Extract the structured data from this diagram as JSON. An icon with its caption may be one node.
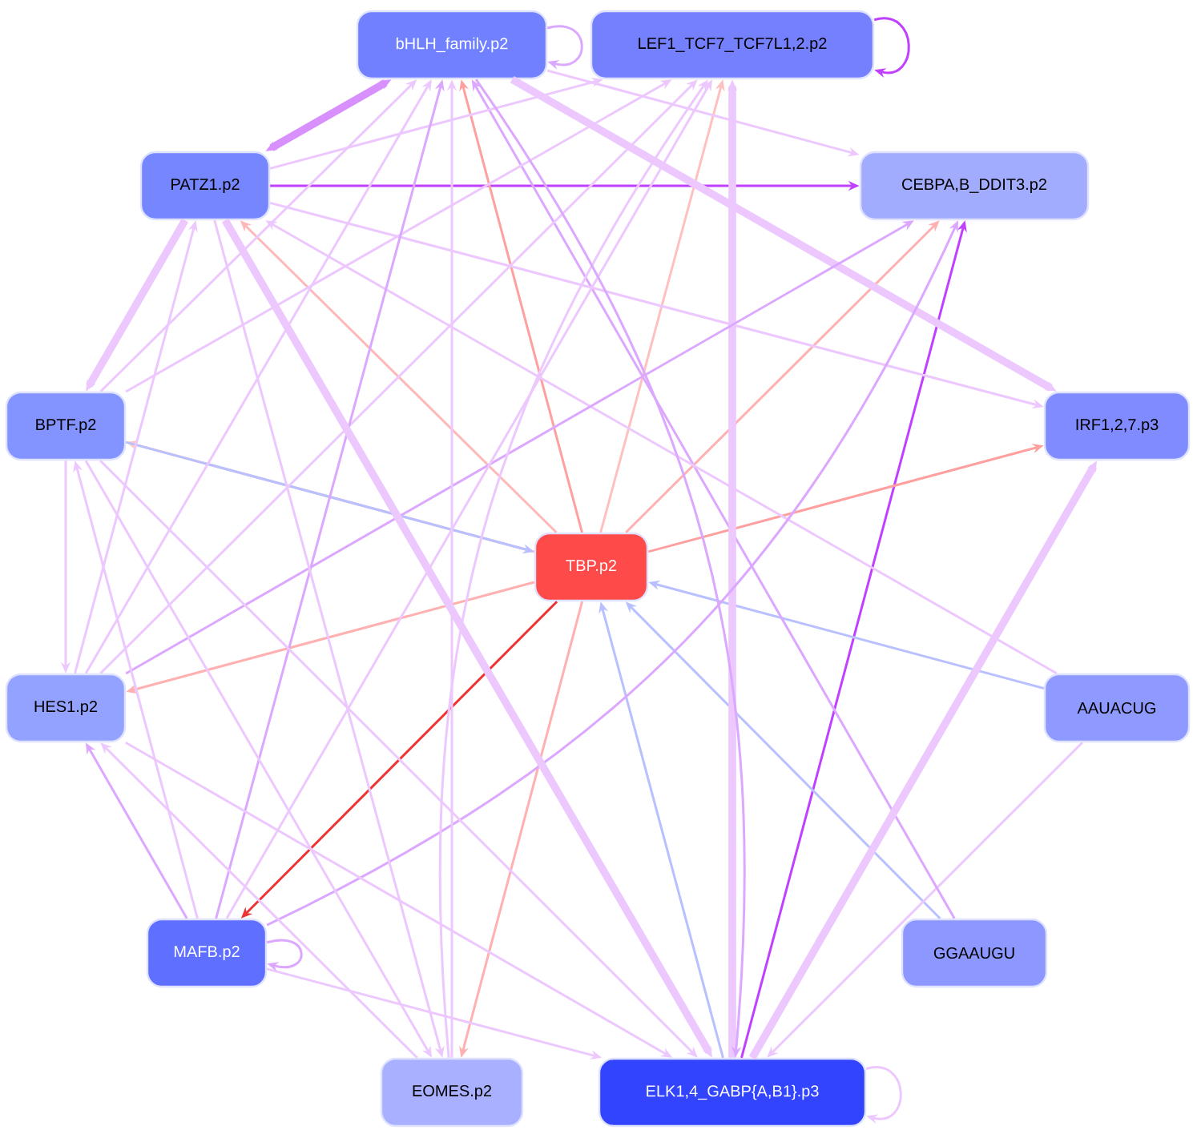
{
  "diagram": {
    "nodes": [
      {
        "text": [
          "bHLH_family.p2"
        ]
      },
      {
        "text": [
          "LEF1_TCF7_TCF7L1,2.p2"
        ]
      },
      {
        "text": [
          "PATZ1.p2"
        ]
      },
      {
        "text": [
          "CEBPA,B_DDIT3.p2"
        ]
      },
      {
        "text": [
          "BPTF.p2"
        ]
      },
      {
        "text": [
          "IRF1,2,7.p3"
        ]
      },
      {
        "text": [
          "TBP.p2"
        ]
      },
      {
        "text": [
          "HES1.p2"
        ]
      },
      {
        "text": [
          "AAUACUG"
        ]
      },
      {
        "text": [
          "MAFB.p2"
        ]
      },
      {
        "text": [
          "GGAAUGU"
        ]
      },
      {
        "text": [
          "EOMES.p2"
        ]
      },
      {
        "text": [
          "ELK1,4_GABP{A,B1}.p3"
        ]
      }
    ],
    "edges": [
      {
        "from": 0,
        "to": 2,
        "arrow": "both",
        "style": "thick",
        "color": "#d890ff"
      },
      {
        "from": 0,
        "to": 0,
        "arrow": "to",
        "color": "#dca8ff"
      },
      {
        "from": 1,
        "to": 1,
        "arrow": "to",
        "color": "#c040ff"
      },
      {
        "from": 2,
        "to": 3,
        "arrow": "to",
        "color": "#c040ff"
      },
      {
        "from": 12,
        "to": 3,
        "arrow": "to",
        "color": "#c040ff"
      },
      {
        "from": 6,
        "to": 9,
        "arrow": "to",
        "color": "#ee3333"
      },
      {
        "from": 6,
        "to": 0,
        "arrow": "to",
        "color": "#ffa0a0"
      },
      {
        "from": 6,
        "to": 1,
        "arrow": "to",
        "color": "#ffc0c0"
      },
      {
        "from": 6,
        "to": 3,
        "arrow": "to",
        "color": "#ffb0b0"
      },
      {
        "from": 6,
        "to": 5,
        "arrow": "to",
        "color": "#ffa0a0"
      },
      {
        "from": 6,
        "to": 7,
        "arrow": "to",
        "color": "#ffb0b0"
      },
      {
        "from": 6,
        "to": 11,
        "arrow": "to",
        "color": "#ffb0b0"
      },
      {
        "from": 6,
        "to": 2,
        "arrow": "to",
        "color": "#ffb8b8"
      },
      {
        "from": 6,
        "to": 4,
        "arrow": "to",
        "color": "#ffc8c0"
      },
      {
        "from": 4,
        "to": 6,
        "arrow": "to",
        "color": "#b8c0ff"
      },
      {
        "from": 8,
        "to": 6,
        "arrow": "to",
        "color": "#b8c0ff"
      },
      {
        "from": 10,
        "to": 6,
        "arrow": "to",
        "color": "#b8c0ff"
      },
      {
        "from": 12,
        "to": 6,
        "arrow": "to",
        "color": "#b8c0ff"
      },
      {
        "from": 8,
        "to": 12,
        "arrow": "to"
      },
      {
        "from": 10,
        "to": 0,
        "arrow": "to",
        "color": "#dca8ff"
      },
      {
        "from": 8,
        "to": 2,
        "arrow": "to"
      },
      {
        "from": 12,
        "to": 1,
        "arrow": "to",
        "style": "thick"
      },
      {
        "from": 12,
        "to": 5,
        "arrow": "to",
        "style": "thick"
      },
      {
        "from": 0,
        "to": 3,
        "arrow": "to"
      },
      {
        "from": 2,
        "to": 5,
        "arrow": "to"
      },
      {
        "from": 0,
        "to": 5,
        "arrow": "to",
        "style": "thick"
      },
      {
        "from": 2,
        "to": 1,
        "arrow": "to"
      },
      {
        "from": 2,
        "to": 4,
        "arrow": "to",
        "style": "thick"
      },
      {
        "from": 4,
        "to": 1,
        "arrow": "to"
      },
      {
        "from": 4,
        "to": 0,
        "arrow": "to"
      },
      {
        "from": 7,
        "to": 2,
        "arrow": "to"
      },
      {
        "from": 7,
        "to": 0,
        "arrow": "to"
      },
      {
        "from": 7,
        "to": 1,
        "arrow": "to"
      },
      {
        "from": 7,
        "to": 3,
        "arrow": "to",
        "color": "#dca8ff"
      },
      {
        "from": 4,
        "to": 7,
        "arrow": "to"
      },
      {
        "from": 9,
        "to": 7,
        "arrow": "to",
        "color": "#dca8ff"
      },
      {
        "from": 9,
        "to": 4,
        "arrow": "to"
      },
      {
        "from": 9,
        "to": 0,
        "arrow": "to",
        "color": "#dca8ff"
      },
      {
        "from": 9,
        "to": 1,
        "arrow": "to"
      },
      {
        "from": 9,
        "to": 3,
        "arrow": "to",
        "color": "#dca8ff"
      },
      {
        "from": 9,
        "to": 12,
        "arrow": "to"
      },
      {
        "from": 11,
        "to": 7,
        "arrow": "to"
      },
      {
        "from": 4,
        "to": 11,
        "arrow": "to"
      },
      {
        "from": 2,
        "to": 11,
        "arrow": "to"
      },
      {
        "from": 11,
        "to": 0,
        "arrow": "to"
      },
      {
        "from": 11,
        "to": 1,
        "arrow": "to"
      },
      {
        "from": 2,
        "to": 12,
        "arrow": "to",
        "style": "thick"
      },
      {
        "from": 4,
        "to": 12,
        "arrow": "to"
      },
      {
        "from": 7,
        "to": 12,
        "arrow": "to"
      },
      {
        "from": 0,
        "to": 12,
        "arrow": "to",
        "color": "#dca8ff"
      },
      {
        "from": 9,
        "to": 9,
        "arrow": "to",
        "color": "#dca8ff"
      },
      {
        "from": 12,
        "to": 12,
        "arrow": "to"
      }
    ]
  }
}
